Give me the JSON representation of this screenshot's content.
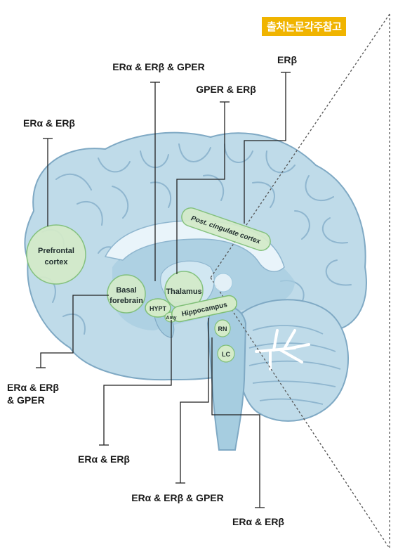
{
  "badge": "출처논문각주참고",
  "receptor_labels": {
    "top_center": "ERα & ERβ & GPER",
    "top_right": "ERβ",
    "mid_right": "GPER & ERβ",
    "left_upper": "ERα & ERβ",
    "left_lower_1": "ERα & ERβ",
    "left_lower_2": "& GPER",
    "bottom_1": "ERα & ERβ",
    "bottom_2": "ERα & ERβ & GPER",
    "bottom_3": "ERα & ERβ"
  },
  "regions": {
    "prefrontal_1": "Prefrontal",
    "prefrontal_2": "cortex",
    "basal_1": "Basal",
    "basal_2": "forebrain",
    "thalamus": "Thalamus",
    "hypt": "HYPT",
    "amy": "Amy",
    "hippocampus": "Hippocampus",
    "cingulate": "Post. cingulate cortex",
    "rn": "RN",
    "lc": "LC"
  },
  "colors": {
    "brain_outline": "#7fa9c4",
    "brain_fill": "#bfdbe9",
    "region_fill": "#d4ebc9",
    "region_stroke": "#7fbf76",
    "badge": "#f0b400"
  }
}
